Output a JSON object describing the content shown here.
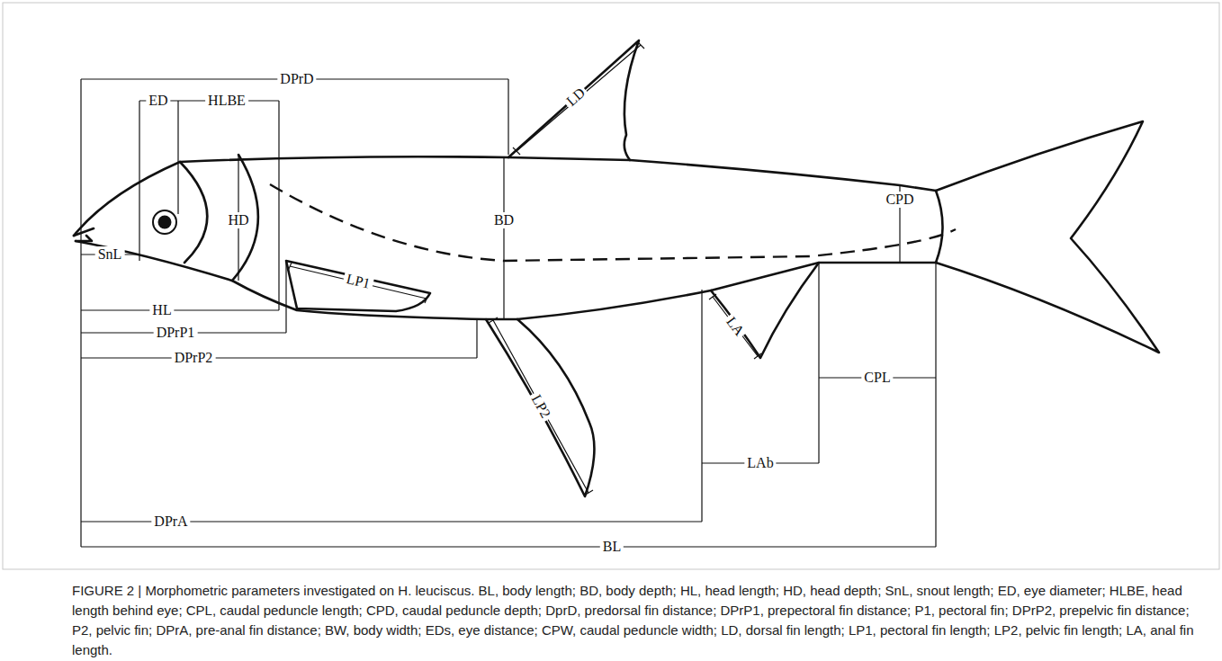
{
  "diagram": {
    "caption": "FIGURE 2 | Morphometric parameters investigated on H. leuciscus. BL, body length; BD, body depth; HL, head length; HD, head depth; SnL, snout length; ED, eye diameter; HLBE, head length behind eye; CPL, caudal peduncle length; CPD, caudal peduncle depth; DprD, predorsal fin distance; DPrP1, prepectoral fin distance; P1, pectoral fin; DPrP2, prepelvic fin distance; P2, pelvic fin; DPrA, pre-anal fin distance; BW, body width; EDs, eye distance; CPW, caudal peduncle width; LD, dorsal fin length; LP1, pectoral fin length; LP2, pelvic fin length; LA, anal fin length.",
    "labels": [
      "DPrD",
      "LD",
      "ED",
      "HLBE",
      "HD",
      "BD",
      "CPD",
      "SnL",
      "LP1",
      "HL",
      "DPrP1",
      "DPrP2",
      "LP2",
      "LA",
      "LAb",
      "CPL",
      "DPrA",
      "BL"
    ]
  }
}
